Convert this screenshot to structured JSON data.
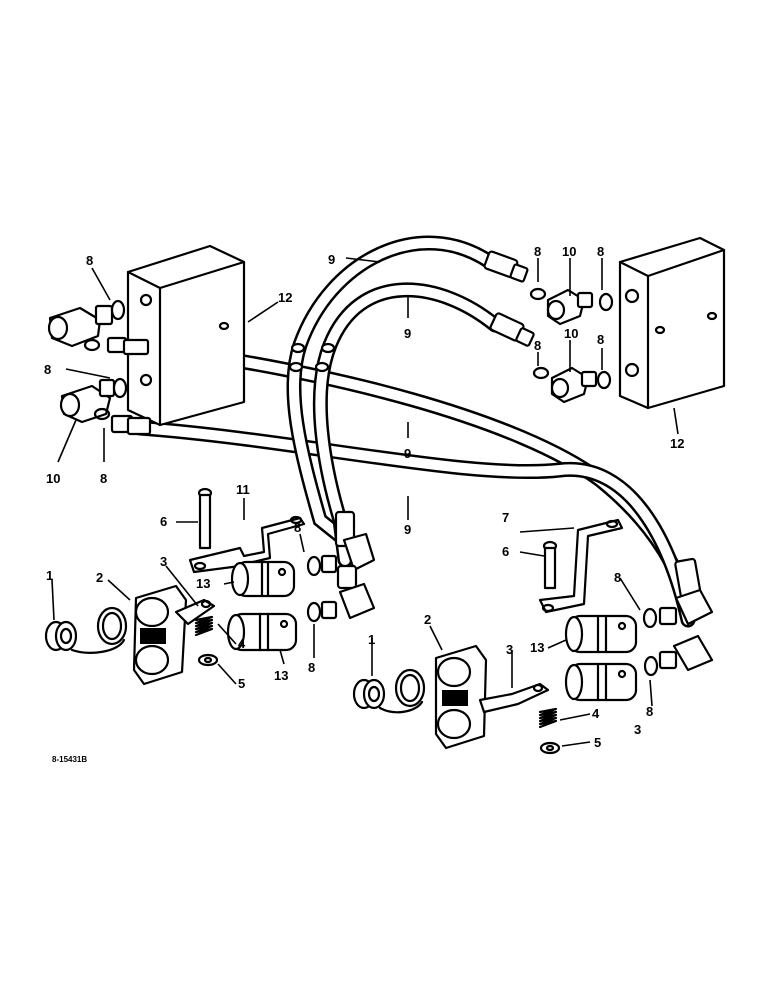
{
  "diagram": {
    "drawing_code": "8-15431B",
    "callouts": {
      "c1a": "1",
      "c1b": "1",
      "c2a": "2",
      "c2b": "2",
      "c3a": "3",
      "c3b": "3",
      "c3c": "3",
      "c4a": "4",
      "c4b": "4",
      "c5a": "5",
      "c5b": "5",
      "c6a": "6",
      "c6b": "6",
      "c7": "7",
      "c8a": "8",
      "c8b": "8",
      "c8c": "8",
      "c8d": "8",
      "c8e": "8",
      "c8f": "8",
      "c8g": "8",
      "c8h": "8",
      "c8i": "8",
      "c8j": "8",
      "c9a": "9",
      "c9b": "9",
      "c9c": "9",
      "c9d": "9",
      "c10a": "10",
      "c10b": "10",
      "c10c": "10",
      "c11": "11",
      "c12a": "12",
      "c12b": "12",
      "c13a": "13",
      "c13b": "13",
      "c13c": "13"
    }
  }
}
